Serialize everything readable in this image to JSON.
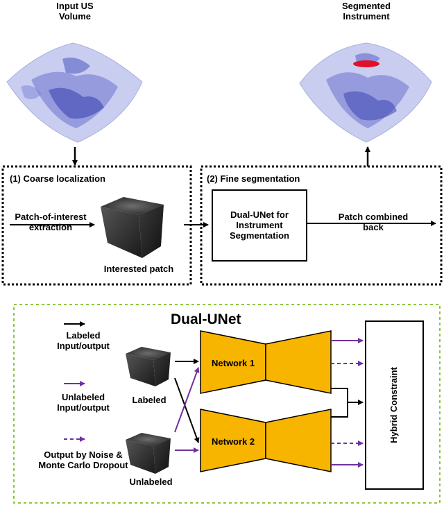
{
  "top": {
    "input_title_line1": "Input US",
    "input_title_line2": "Volume",
    "output_title_line1": "Segmented",
    "output_title_line2": "Instrument"
  },
  "stage1": {
    "title": "(1) Coarse localization",
    "extraction_line1": "Patch-of-interest",
    "extraction_line2": "extraction",
    "patch_caption": "Interested patch"
  },
  "stage2": {
    "title": "(2) Fine segmentation",
    "box_line1": "Dual-UNet for",
    "box_line2": "Instrument",
    "box_line3": "Segmentation",
    "combined_line1": "Patch combined",
    "combined_line2": "back"
  },
  "dualunet": {
    "title": "Dual-UNet",
    "legend_labeled_line1": "Labeled",
    "legend_labeled_line2": "Input/output",
    "legend_unlabeled_line1": "Unlabeled",
    "legend_unlabeled_line2": "Input/output",
    "legend_noise_line1": "Output by Noise &",
    "legend_noise_line2": "Monte Carlo Dropout",
    "labeled_caption": "Labeled",
    "unlabeled_caption": "Unlabeled",
    "network1": "Network 1",
    "network2": "Network 2",
    "hybrid": "Hybrid Constraint"
  },
  "colors": {
    "network_fill": "#f7b500",
    "purple": "#7030a0",
    "green_dash": "#8cc63f",
    "volume_blue": "#5a63c8"
  }
}
